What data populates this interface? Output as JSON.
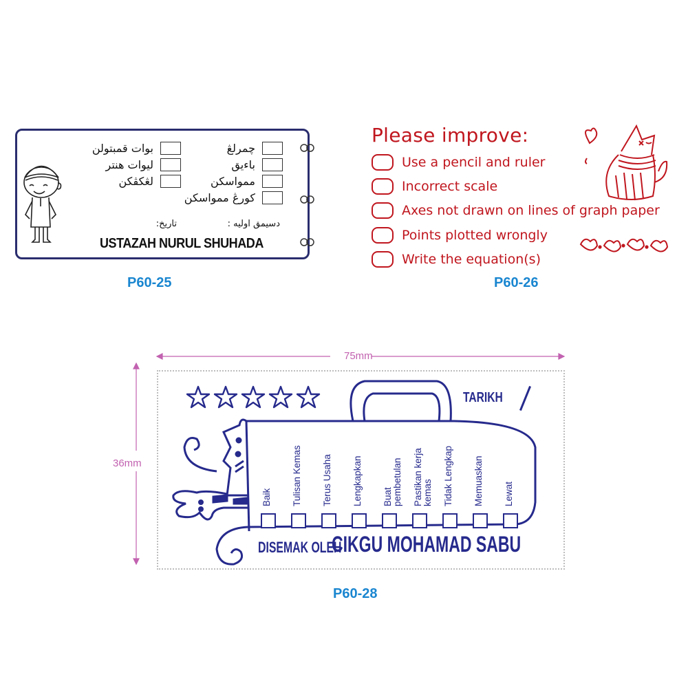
{
  "products": [
    {
      "code": "P60-25",
      "accent_color": "#2a2d6e",
      "checklist_right": [
        "چمرلڠ",
        "باءيق",
        "ممواسکن",
        "کورڠ ممواسکن"
      ],
      "checklist_left": [
        "بوات قمبتولن",
        "ليوات هنتر",
        "لڠکڤکن"
      ],
      "footer_left": "تاريخ:",
      "footer_right": "دسيمق اوليه :",
      "teacher_name": "USTAZAH NURUL SHUHADA",
      "illustration": "boy-with-kopiah-icon"
    },
    {
      "code": "P60-26",
      "accent_color": "#c0161e",
      "title": "Please improve:",
      "items": [
        "Use a pencil and ruler",
        "Incorrect scale",
        "Axes not drawn on lines of graph paper",
        "Points plotted wrongly",
        "Write the equation(s)"
      ],
      "illustration": "cat-with-sweater-icon"
    },
    {
      "code": "P60-28",
      "accent_color": "#262a8c",
      "width_label": "75mm",
      "height_label": "36mm",
      "star_count": 5,
      "date_label": "TARIKH",
      "date_separator": "/",
      "checklist": [
        [
          "Baik"
        ],
        [
          "Tulisan Kemas"
        ],
        [
          "Terus Usaha"
        ],
        [
          "Lengkapkan"
        ],
        [
          "Buat",
          "pembetulan"
        ],
        [
          "Pastikan kerja",
          "kemas"
        ],
        [
          "Tidak Lengkap"
        ],
        [
          "Memuaskan"
        ],
        [
          "Lewat"
        ]
      ],
      "signoff_prefix": "DISEMAK OLEH",
      "teacher_name": "CIKGU MOHAMAD SABU",
      "illustration": "cat-and-giraffe-bag-icon"
    }
  ],
  "colors": {
    "code_label": "#1a86d0",
    "dimension": "#c262b0"
  }
}
